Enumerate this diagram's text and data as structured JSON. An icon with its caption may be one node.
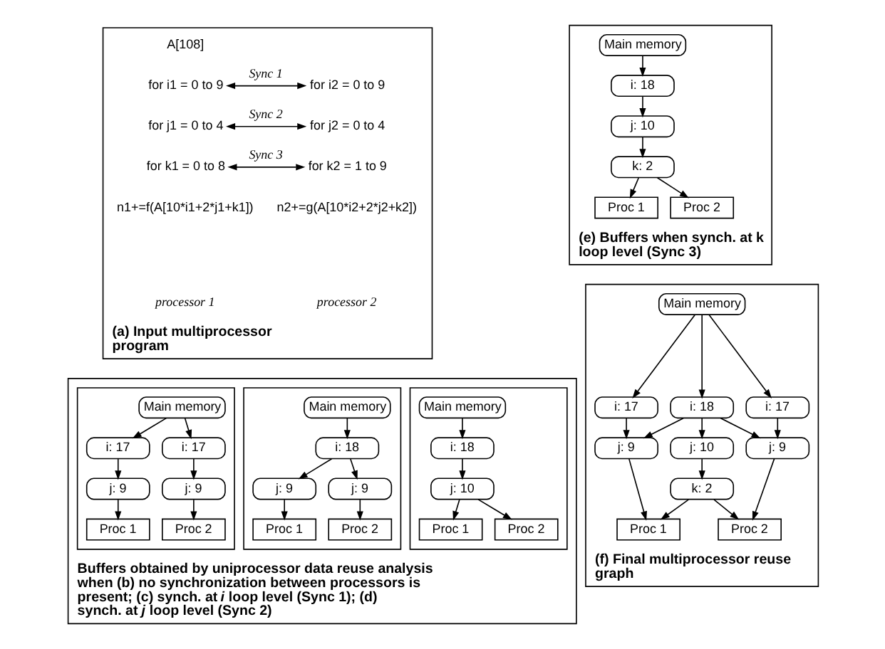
{
  "diagram": {
    "nodes": [
      {
        "text": [
          "(a) Input multiprocessor program"
        ]
      },
      {
        "text": [
          "for i1 = 0 to 9"
        ],
        "in": 0
      },
      {
        "text": [
          "for j1 = 0 to 4"
        ],
        "in": 0
      },
      {
        "text": [
          "for k1 = 0 to 8"
        ],
        "in": 0
      },
      {
        "text": [
          "for i2 = 0 to 9"
        ],
        "in": 0
      },
      {
        "text": [
          "for j2 = 0 to 4"
        ],
        "in": 0
      },
      {
        "text": [
          "for k2 = 1 to 9"
        ],
        "in": 0
      },
      {
        "text": [
          "Buffers obtained by uniprocessor data reuse analysis when (b) no synchronization between processors is present; (c) synch. at *i* loop level (Sync 1); (d) synch. at *j* loop level (Sync 2)"
        ]
      },
      {
        "text": [],
        "shape": "box",
        "in": 7
      },
      {
        "text": [
          "Main memory"
        ],
        "in": 8
      },
      {
        "text": [
          "i: 17"
        ],
        "in": 8
      },
      {
        "text": [
          "i: 17"
        ],
        "in": 8
      },
      {
        "text": [
          "j: 9"
        ],
        "in": 8
      },
      {
        "text": [
          "j: 9"
        ],
        "in": 8
      },
      {
        "text": [
          "Proc 1"
        ],
        "in": 8
      },
      {
        "text": [
          "Proc 2"
        ],
        "in": 8
      },
      {
        "text": [],
        "shape": "box",
        "in": 7
      },
      {
        "text": [
          "Main memory"
        ],
        "in": 16
      },
      {
        "text": [
          "i: 18"
        ],
        "in": 16
      },
      {
        "text": [
          "j: 9"
        ],
        "in": 16
      },
      {
        "text": [
          "j: 9"
        ],
        "in": 16
      },
      {
        "text": [
          "Proc 1"
        ],
        "in": 16
      },
      {
        "text": [
          "Proc 2"
        ],
        "in": 16
      },
      {
        "text": [],
        "shape": "box",
        "in": 7
      },
      {
        "text": [
          "Main memory"
        ],
        "in": 23
      },
      {
        "text": [
          "i: 18"
        ],
        "in": 23
      },
      {
        "text": [
          "j: 10"
        ],
        "in": 23
      },
      {
        "text": [
          "Proc 1"
        ],
        "in": 23
      },
      {
        "text": [
          "Proc 2"
        ],
        "in": 23
      },
      {
        "text": [
          "(e) Buffers when synch. at k loop level (Sync 3)"
        ]
      },
      {
        "text": [
          "Main memory"
        ],
        "in": 29
      },
      {
        "text": [
          "i: 18"
        ],
        "in": 29
      },
      {
        "text": [
          "j: 10"
        ],
        "in": 29
      },
      {
        "text": [
          "k: 2"
        ],
        "in": 29
      },
      {
        "text": [
          "Proc 1"
        ],
        "in": 29
      },
      {
        "text": [
          "Proc 2"
        ],
        "in": 29
      },
      {
        "text": [
          "(f) Final multiprocessor reuse graph"
        ]
      },
      {
        "text": [
          "Main memory"
        ],
        "in": 36
      },
      {
        "text": [
          "i: 17"
        ],
        "in": 36
      },
      {
        "text": [
          "i: 18"
        ],
        "in": 36
      },
      {
        "text": [
          "i: 17"
        ],
        "in": 36
      },
      {
        "text": [
          "j: 9"
        ],
        "in": 36
      },
      {
        "text": [
          "j: 10"
        ],
        "in": 36
      },
      {
        "text": [
          "j: 9"
        ],
        "in": 36
      },
      {
        "text": [
          "k: 2"
        ],
        "in": 36
      },
      {
        "text": [
          "Proc 1"
        ],
        "in": 36
      },
      {
        "text": [
          "Proc 2"
        ],
        "in": 36
      }
    ],
    "edges": [
      {
        "from": 1,
        "to": 4,
        "arrow": "both",
        "label": "Sync 1"
      },
      {
        "from": 2,
        "to": 5,
        "arrow": "both",
        "label": "Sync 2"
      },
      {
        "from": 3,
        "to": 6,
        "arrow": "both",
        "label": "Sync 3"
      },
      {
        "from": 9,
        "to": 10,
        "arrow": "to"
      },
      {
        "from": 9,
        "to": 11,
        "arrow": "to"
      },
      {
        "from": 10,
        "to": 12,
        "arrow": "to"
      },
      {
        "from": 11,
        "to": 13,
        "arrow": "to"
      },
      {
        "from": 12,
        "to": 14,
        "arrow": "to"
      },
      {
        "from": 13,
        "to": 15,
        "arrow": "to"
      },
      {
        "from": 17,
        "to": 18,
        "arrow": "to"
      },
      {
        "from": 18,
        "to": 19,
        "arrow": "to"
      },
      {
        "from": 18,
        "to": 20,
        "arrow": "to"
      },
      {
        "from": 19,
        "to": 21,
        "arrow": "to"
      },
      {
        "from": 20,
        "to": 22,
        "arrow": "to"
      },
      {
        "from": 24,
        "to": 25,
        "arrow": "to"
      },
      {
        "from": 25,
        "to": 26,
        "arrow": "to"
      },
      {
        "from": 26,
        "to": 27,
        "arrow": "to"
      },
      {
        "from": 26,
        "to": 28,
        "arrow": "to"
      },
      {
        "from": 30,
        "to": 31,
        "arrow": "to"
      },
      {
        "from": 31,
        "to": 32,
        "arrow": "to"
      },
      {
        "from": 32,
        "to": 33,
        "arrow": "to"
      },
      {
        "from": 33,
        "to": 34,
        "arrow": "to"
      },
      {
        "from": 33,
        "to": 35,
        "arrow": "to"
      },
      {
        "from": 37,
        "to": 38,
        "arrow": "to"
      },
      {
        "from": 37,
        "to": 39,
        "arrow": "to"
      },
      {
        "from": 37,
        "to": 40,
        "arrow": "to"
      },
      {
        "from": 38,
        "to": 41,
        "arrow": "to"
      },
      {
        "from": 39,
        "to": 41,
        "arrow": "to"
      },
      {
        "from": 39,
        "to": 42,
        "arrow": "to"
      },
      {
        "from": 39,
        "to": 43,
        "arrow": "to"
      },
      {
        "from": 40,
        "to": 43,
        "arrow": "to"
      },
      {
        "from": 41,
        "to": 45,
        "arrow": "to"
      },
      {
        "from": 42,
        "to": 44,
        "arrow": "to"
      },
      {
        "from": 44,
        "to": 45,
        "arrow": "to"
      },
      {
        "from": 44,
        "to": 46,
        "arrow": "to"
      },
      {
        "from": 43,
        "to": 46,
        "arrow": "to"
      }
    ],
    "labels": [
      "A[108]",
      "n1+=f(A[10*i1+2*j1+k1])",
      "n2+=g(A[10*i2+2*j2+k2])",
      "processor 1",
      "processor 2"
    ]
  }
}
